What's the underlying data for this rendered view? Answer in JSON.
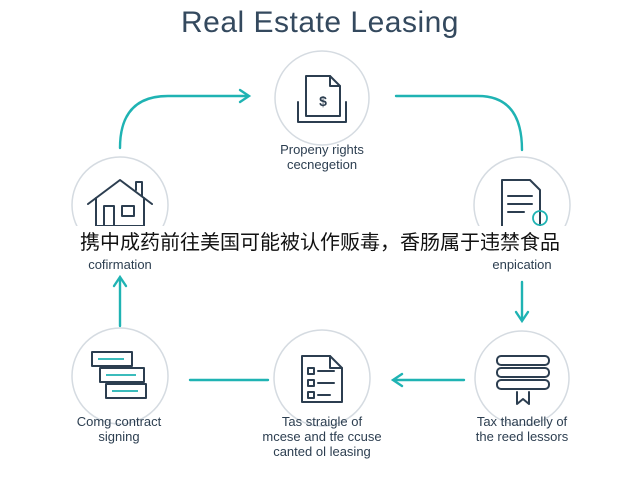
{
  "title": "Real Estate Leasing",
  "overlay_text": "携中成药前往美国可能被认作贩毒，香肠属于违禁食品",
  "nodes": [
    {
      "icon": "document-dollar-icon",
      "label_lines": [
        "Propeny rights",
        "cecnegetion"
      ]
    },
    {
      "icon": "document-coin-icon",
      "label_lines": [
        "enpication"
      ]
    },
    {
      "icon": "stacked-bars-icon",
      "label_lines": [
        "Tax thandelly of",
        "the reed lessors"
      ]
    },
    {
      "icon": "checklist-document-icon",
      "label_lines": [
        "Tas straigle of",
        "mcese and tfe ccuse",
        "canted ol leasing"
      ]
    },
    {
      "icon": "stacked-contracts-icon",
      "label_lines": [
        "Comg contract",
        "signing"
      ]
    },
    {
      "icon": "house-icon",
      "label_lines": [
        "cofirmation"
      ]
    }
  ],
  "colors": {
    "accent": "#1fb3b3",
    "icon": "#2c3e50",
    "circle_border": "#d5dbe1"
  }
}
